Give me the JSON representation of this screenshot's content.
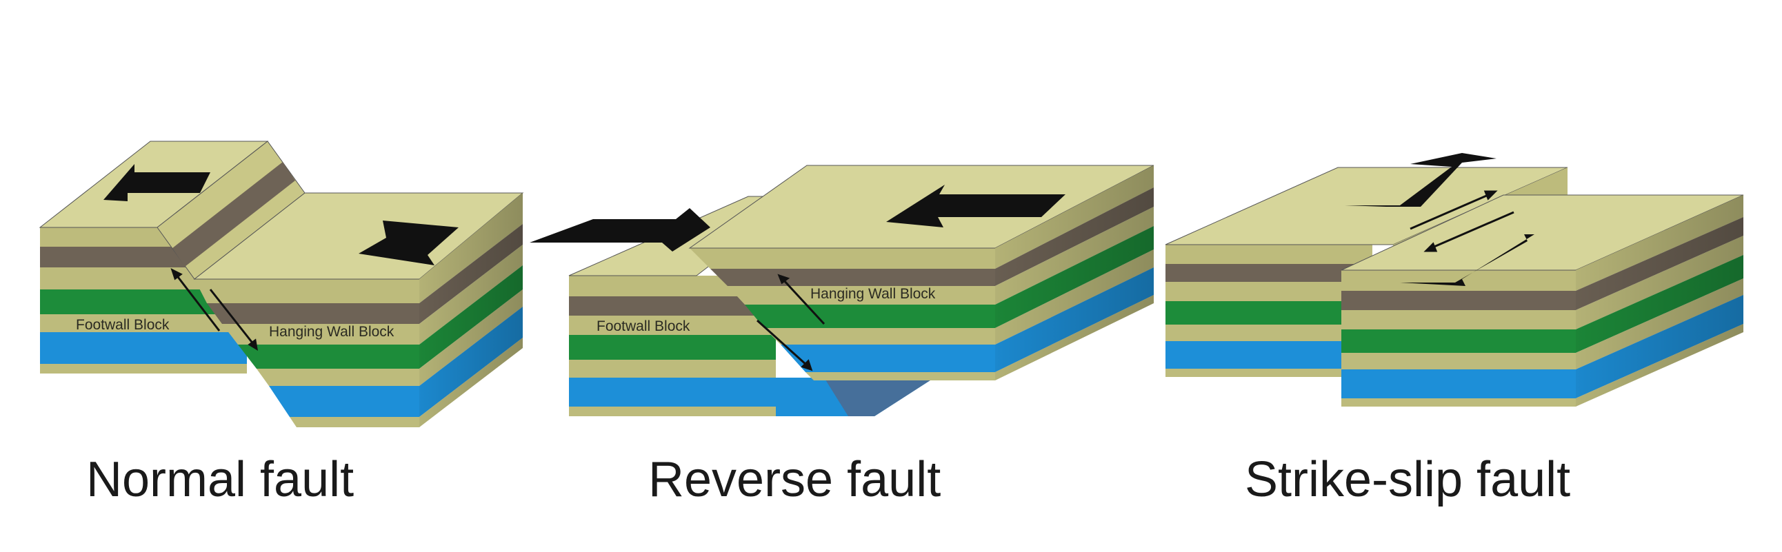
{
  "panels": [
    {
      "caption": "Normal fault",
      "footwall_label": "Footwall Block",
      "hanging_label": "Hanging Wall Block"
    },
    {
      "caption": "Reverse fault",
      "footwall_label": "Footwall Block",
      "hanging_label": "Hanging Wall Block"
    },
    {
      "caption": "Strike-slip fault"
    }
  ],
  "colors": {
    "tan": "#bdbb7c",
    "tan_top": "#d6d59a",
    "gray": "#6e6356",
    "green": "#1d8c3a",
    "blue": "#1d8fd8",
    "arrow": "#111111"
  }
}
